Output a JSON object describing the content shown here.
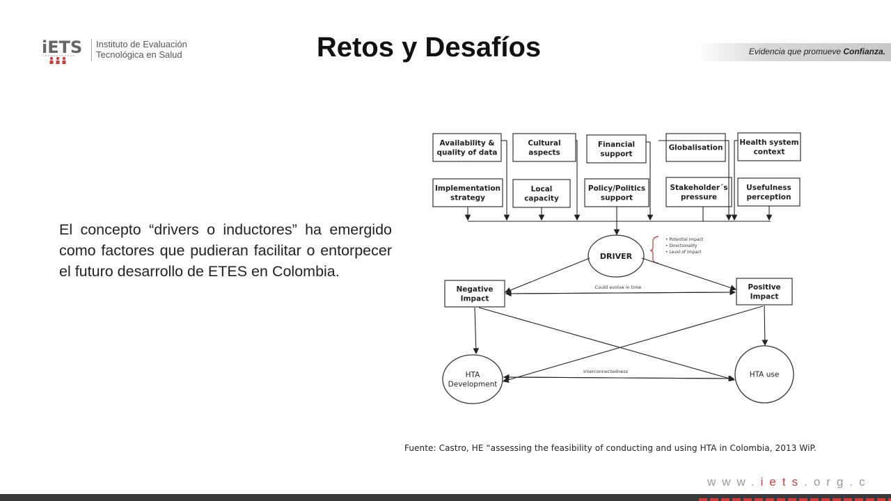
{
  "logo": {
    "letters": "iETS",
    "text_line1": "Instituto de Evaluación",
    "text_line2": "Tecnológica en Salud"
  },
  "title": "Retos y Desafíos",
  "tagline_plain": "Evidencia que promueve ",
  "tagline_bold": "Confianza.",
  "body_text": "El concepto “drivers o inductores” ha emergido como factores que pudieran facilitar o entorpecer el futuro desarrollo de ETES en Colombia.",
  "diagram": {
    "top_row": [
      "Availability &|quality of data",
      "Cultural|aspects",
      "Financial|support",
      "Globalisation",
      "Health system|context"
    ],
    "second_row": [
      "Implementation|strategy",
      "Local|capacity",
      "Policy/Politics|support",
      "Stakeholder´s|pressure",
      "Usefulness|perception"
    ],
    "driver": "DRIVER",
    "driver_notes": [
      "Potential impact",
      "Directionality",
      "Level of impact"
    ],
    "negative": "Negative|Impact",
    "positive": "Positive|Impact",
    "evolve_label": "Could evolve in time",
    "hta_dev": "HTA|Development",
    "hta_use": "HTA use",
    "interconnect_label": "Interconnectedness"
  },
  "source": "Fuente: Castro, HE “assessing the feasibility of conducting and using HTA in Colombia, 2013 WiP.",
  "url": {
    "pre": "www.",
    "mid": "iets",
    "post": ".org.c"
  },
  "colors": {
    "accent_red": "#d23a3a",
    "footer_dark": "#3a3a3a"
  }
}
